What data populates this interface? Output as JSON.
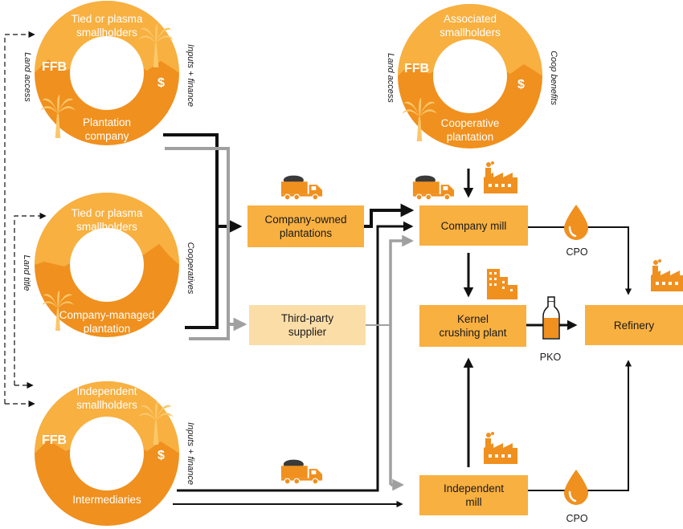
{
  "colors": {
    "orange_light": "#F8B040",
    "orange_dark": "#F0901E",
    "orange_deep": "#E87A1A",
    "pale": "#FBDDA8",
    "black_line": "#111111",
    "gray_line": "#A0A0A0"
  },
  "ring1": {
    "top": "Tied or plasma\nsmallholders",
    "bottom": "Plantation\ncompany",
    "left": "Land access",
    "right": "Inputs + finance",
    "ffb": "FFB",
    "dollar": "$"
  },
  "ring2": {
    "top": "Tied or plasma\nsmallholders",
    "bottom": "Company-managed\nplantation",
    "left": "Land title",
    "right": "Cooperatives"
  },
  "ring3": {
    "top": "Independent\nsmallholders",
    "bottom": "Intermediaries",
    "right": "Inputs + finance",
    "ffb": "FFB",
    "dollar": "$"
  },
  "ring4": {
    "top": "Associated\nsmallholders",
    "bottom": "Cooperative\nplantation",
    "left": "Land access",
    "right": "Coop benefits",
    "ffb": "FFB",
    "dollar": "$"
  },
  "boxes": {
    "company_owned": "Company-owned\nplantations",
    "third_party": "Third-party\nsupplier",
    "company_mill": "Company mill",
    "kernel": "Kernel\ncrushing plant",
    "refinery": "Refinery",
    "independent_mill": "Independent\nmill"
  },
  "labels": {
    "cpo_top": "CPO",
    "pko": "PKO",
    "cpo_bottom": "CPO"
  },
  "icons": [
    "palm-tree-icon",
    "truck-icon",
    "factory-icon",
    "oil-drop-icon",
    "bottle-icon",
    "dollar-icon"
  ]
}
